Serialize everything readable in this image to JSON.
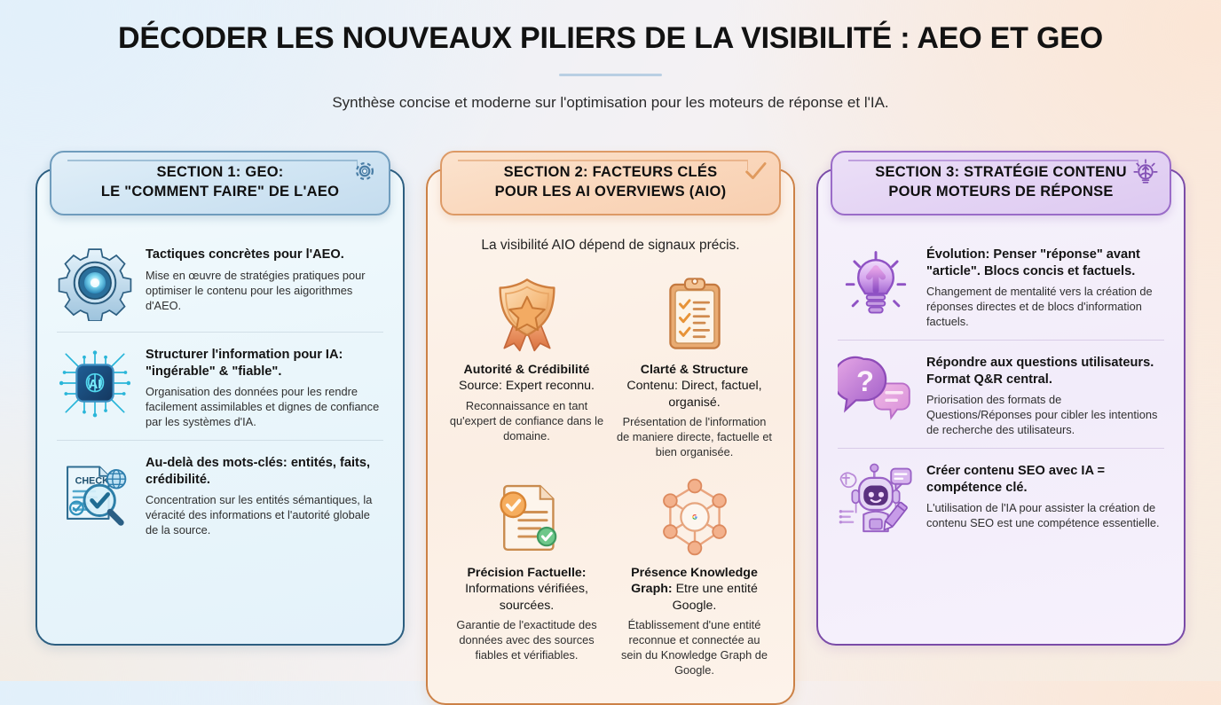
{
  "header": {
    "title": "DÉCODER LES NOUVEAUX PILIERS DE LA VISIBILITÉ : AEO ET GEO",
    "subtitle": "Synthèse concise et moderne sur l'optimisation pour les moteurs de réponse et l'IA."
  },
  "colors": {
    "blue_border": "#2c5e80",
    "orange_border": "#cc8146",
    "purple_border": "#7a4ba8",
    "title_rule": "#b9cfe3"
  },
  "columns": [
    {
      "id": "section-1",
      "theme": "blue",
      "header_icon": "gear-icon",
      "header": "SECTION 1: GEO:\nLE \"COMMENT FAIRE\" DE L'AEO",
      "items": [
        {
          "icon": "gear-icon",
          "title": "Tactiques concrètes pour l'AEO.",
          "desc": "Mise en œuvre de stratégies pratiques pour optimiser le contenu pour les aigorithmes d'AEO."
        },
        {
          "icon": "ai-chip-icon",
          "title": "Structurer l'information pour IA: \"ingérable\" & \"fiable\".",
          "desc": "Organisation des données pour les rendre facilement assimilables et dignes de confiance par les systèmes d'IA."
        },
        {
          "icon": "check-document-magnifier-icon",
          "title": "Au-delà des mots-clés: entités, faits, crédibilité.",
          "desc": "Concentration sur les entités sémantiques, la véracité des informations et l'autorité globale de la source."
        }
      ]
    },
    {
      "id": "section-2",
      "theme": "orange",
      "header_icon": "check-mark-icon",
      "header": "SECTION 2: FACTEURS CLÉS\nPOUR LES AI OVERVIEWS (AIO)",
      "lead": "La visibilité AIO dépend de signaux précis.",
      "cells": [
        {
          "icon": "shield-star-badge-icon",
          "title_bold": "Autorité & Crédibilité",
          "title_rest": "Source: Expert reconnu.",
          "desc": "Reconnaissance en tant qu'expert de confiance dans le domaine."
        },
        {
          "icon": "clipboard-checklist-icon",
          "title_bold": "Clarté & Structure",
          "title_rest": "Contenu: Direct, factuel, organisé.",
          "desc": "Présentation de l'information de maniere directe, factuelle et bien organisée."
        },
        {
          "icon": "verified-document-icon",
          "title_bold": "Précision Factuelle:",
          "title_rest": "Informations vérifiées, sourcées.",
          "desc": "Garantie de l'exactitude des données avec des sources fiables et vérifiables."
        },
        {
          "icon": "knowledge-graph-google-icon",
          "title_bold": "Présence Knowledge Graph:",
          "title_rest": "Etre une entité Google.",
          "desc": "Établissement d'une entité reconnue et connectée au sein du Knowledge Graph de Google."
        }
      ]
    },
    {
      "id": "section-3",
      "theme": "purple",
      "header_icon": "lightbulb-icon",
      "header": "SECTION 3: STRATÉGIE CONTENU\nPOUR MOTEURS DE RÉPONSE",
      "items": [
        {
          "icon": "lightbulb-arrow-icon",
          "title": "Évolution: Penser \"réponse\" avant \"article\". Blocs concis et factuels.",
          "desc": "Changement de mentalité vers la création de réponses directes et de blocs d'information factuels."
        },
        {
          "icon": "question-chat-bubbles-icon",
          "title": "Répondre aux questions utilisateurs. Format Q&R central.",
          "desc": "Priorisation des formats de Questions/Réponses pour cibler les intentions de recherche des utilisateurs."
        },
        {
          "icon": "robot-pencil-icon",
          "title": "Créer contenu SEO avec IA = compétence clé.",
          "desc": "L'utilisation de l'IA pour assister la création de contenu SEO est une compétence essentielle."
        }
      ]
    }
  ]
}
